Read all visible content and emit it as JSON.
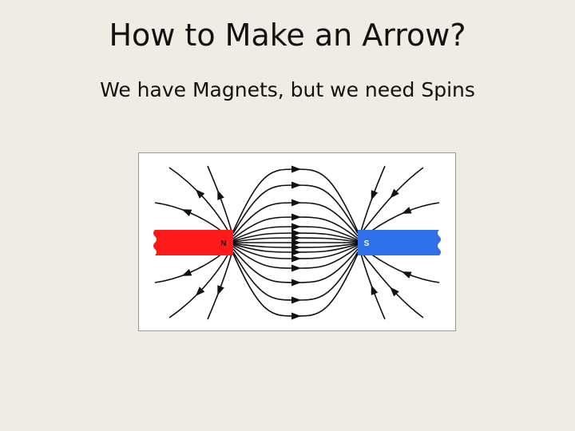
{
  "slide": {
    "title": "How to Make an Arrow?",
    "subtitle": "We have Magnets, but we need Spins"
  },
  "diagram": {
    "north_label": "N",
    "south_label": "S",
    "north_color": "#ff1a1a",
    "south_color": "#2f6fe8",
    "line_color": "#111111"
  }
}
